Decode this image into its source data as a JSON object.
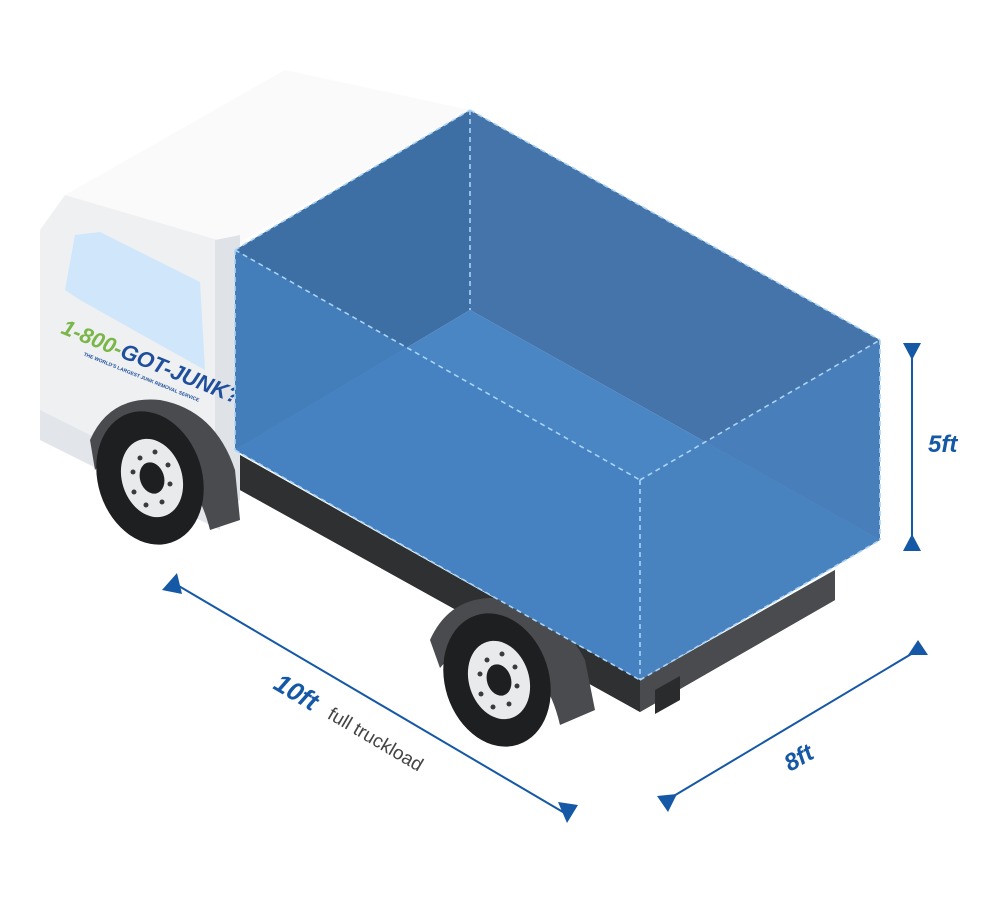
{
  "truck": {
    "logo": {
      "part1": "1-800-",
      "part2": "GOT-JUNK?",
      "tagline": "THE WORLD'S LARGEST JUNK REMOVAL SERVICE",
      "color_green": "#7ab648",
      "color_blue": "#1f4f9c"
    },
    "cargo_color": "#3f7fbe",
    "cab_color": "#f3f4f6",
    "window_color": "#cfe6fb"
  },
  "dimensions": {
    "height": {
      "value": "5ft"
    },
    "length": {
      "value": "10ft",
      "note": "full truckload"
    },
    "width": {
      "value": "8ft"
    },
    "arrow_color": "#1558a6"
  }
}
